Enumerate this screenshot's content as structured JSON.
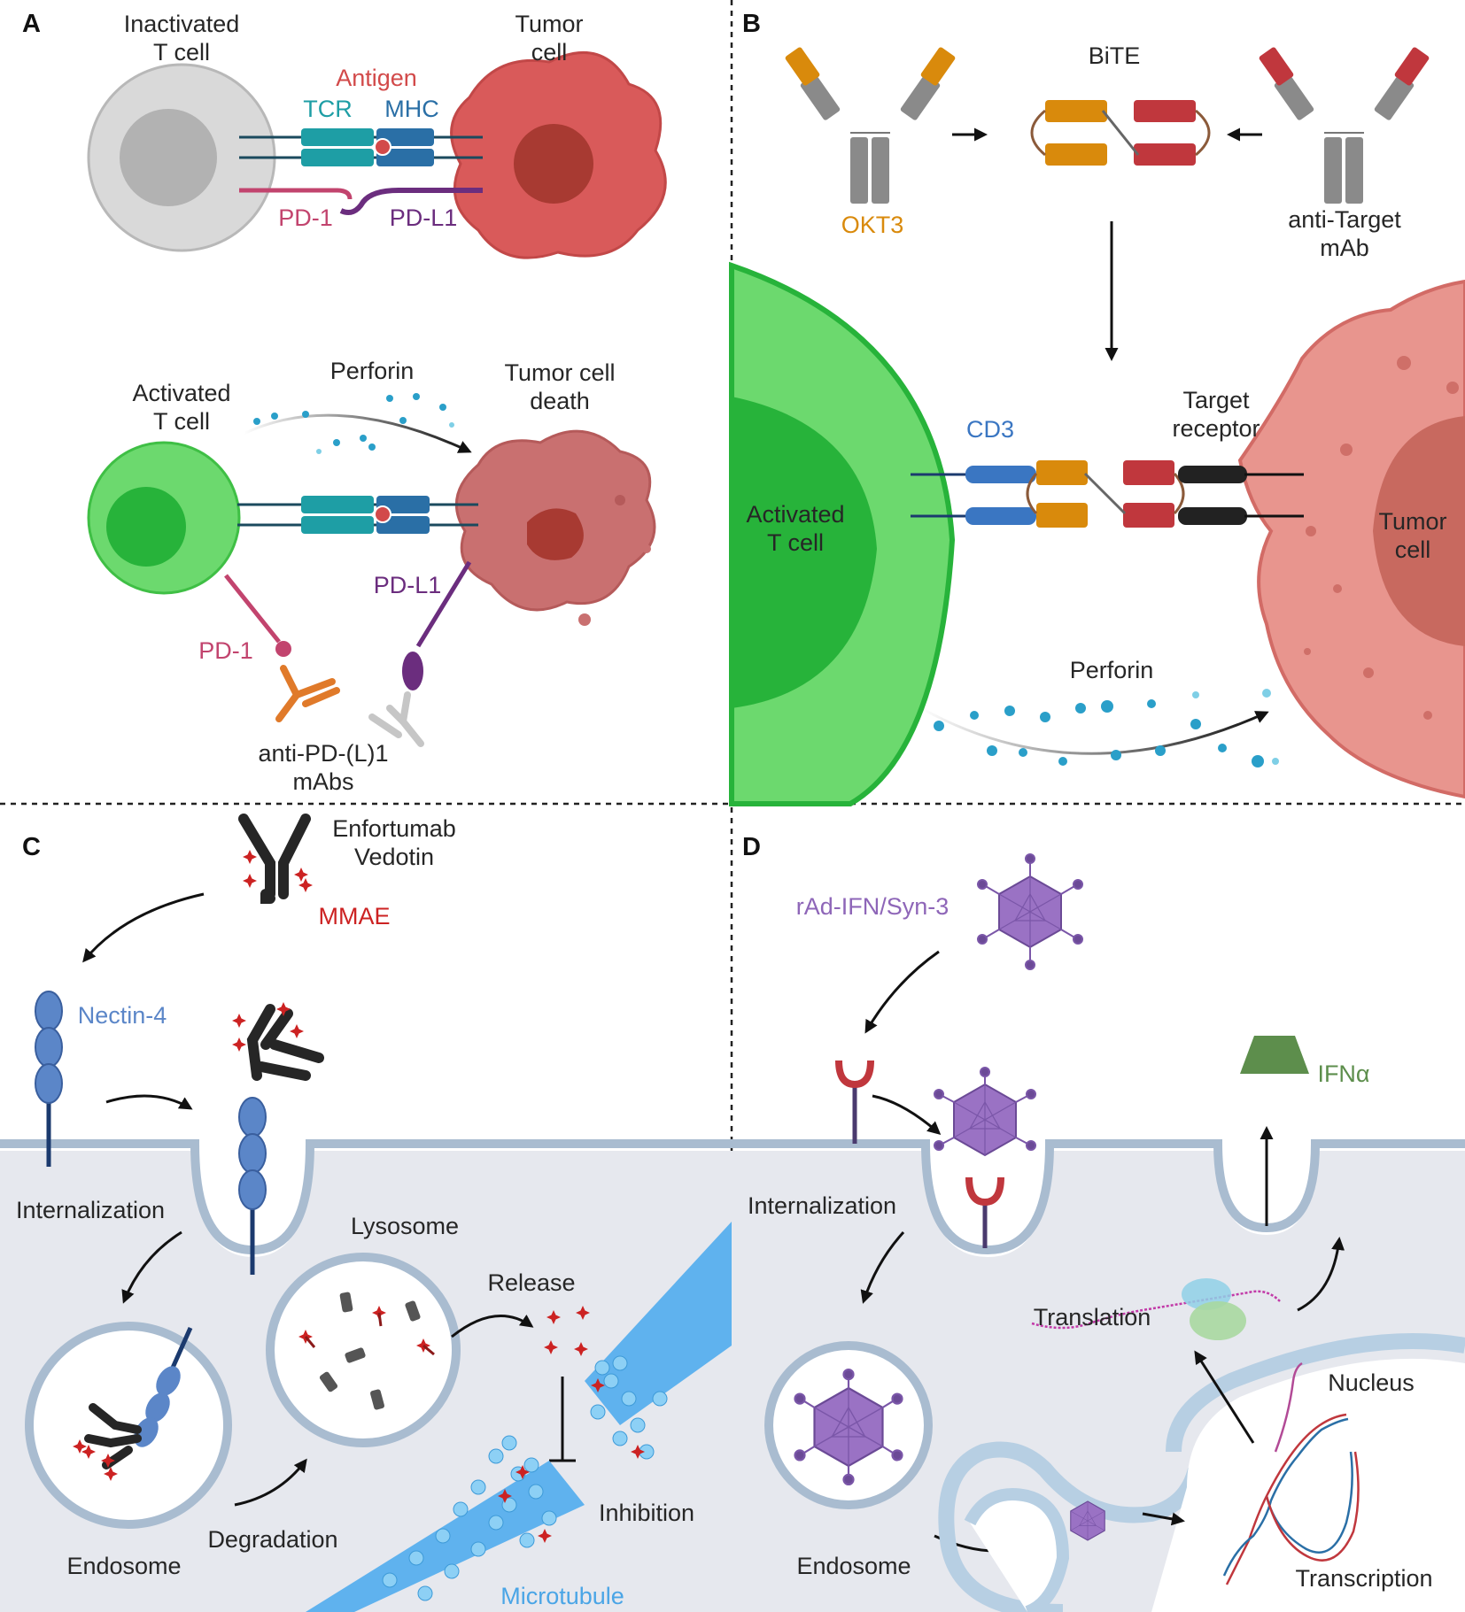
{
  "panels": {
    "a": {
      "letter": "A",
      "inactivated_t_cell": [
        "Inactivated",
        "T cell"
      ],
      "tumor_cell": [
        "Tumor",
        "cell"
      ],
      "antigen": "Antigen",
      "tcr": "TCR",
      "mhc": "MHC",
      "pd1_top": "PD-1",
      "pdl1_top": "PD-L1",
      "activated_t_cell": [
        "Activated",
        "T cell"
      ],
      "perforin": "Perforin",
      "tumor_cell_death": [
        "Tumor cell",
        "death"
      ],
      "pdl1_bottom": "PD-L1",
      "pd1_bottom": "PD-1",
      "antibodies": [
        "anti-PD-(L)1",
        "mAbs"
      ]
    },
    "b": {
      "letter": "B",
      "bite": "BiTE",
      "okt3": "OKT3",
      "anti_target": [
        "anti-Target",
        "mAb"
      ],
      "target_receptor": [
        "Target",
        "receptor"
      ],
      "cd3": "CD3",
      "activated_t_cell": [
        "Activated",
        "T cell"
      ],
      "tumor_cell": [
        "Tumor",
        "cell"
      ],
      "perforin": "Perforin"
    },
    "c": {
      "letter": "C",
      "drug": [
        "Enfortumab",
        "Vedotin"
      ],
      "payload": "MMAE",
      "receptor": "Nectin-4",
      "internalization": "Internalization",
      "lysosome": "Lysosome",
      "release": "Release",
      "endosome": "Endosome",
      "degradation": "Degradation",
      "inhibition": "Inhibition",
      "microtubule": "Microtubule"
    },
    "d": {
      "letter": "D",
      "virus": "rAd-IFN/Syn-3",
      "ifn": "IFNα",
      "internalization": "Internalization",
      "translation": "Translation",
      "nucleus": "Nucleus",
      "endosome": "Endosome",
      "transcription": "Transcription"
    }
  },
  "colors": {
    "tcr": "#1e9ea5",
    "mhc": "#2a6fa6",
    "antigen": "#d24a4a",
    "pd1": "#c2446e",
    "pdl1": "#6b2d7e",
    "okt3": "#d98a0c",
    "anti_target": "#c0373d",
    "cd3": "#3a76c2",
    "nectin4": "#5b86c8",
    "mmae": "#cc2222",
    "virus": "#8e66b8",
    "ifn": "#5d8e4c",
    "microtubule": "#4aa5e6",
    "t_cell_active": "#6cd96e",
    "tumor": "#dc5a5a"
  }
}
